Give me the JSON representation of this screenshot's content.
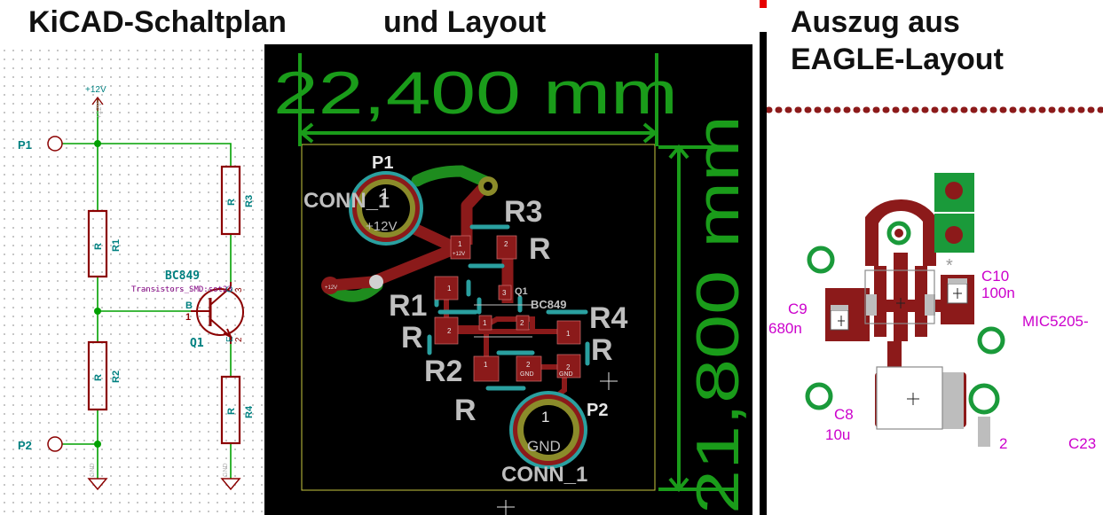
{
  "headings": {
    "kicad_schematic": "KiCAD-Schaltplan",
    "kicad_layout": "und Layout",
    "eagle_line1": "Auszug aus",
    "eagle_line2": "EAGLE-Layout"
  },
  "schematic": {
    "power": "+12V",
    "power_pin": "+12V",
    "ports": [
      "P1",
      "P2"
    ],
    "resistors": [
      {
        "ref": "R1",
        "value": "R"
      },
      {
        "ref": "R2",
        "value": "R"
      },
      {
        "ref": "R3",
        "value": "R"
      },
      {
        "ref": "R4",
        "value": "R"
      }
    ],
    "transistor": {
      "value": "BC849",
      "footprint": "Transistors_SMD:sot23",
      "ref": "Q1"
    },
    "pins": {
      "base": "B",
      "base_num": "1",
      "c": "C",
      "c_num": "3",
      "e": "E",
      "e_num": "2"
    },
    "gnd": "GND"
  },
  "pcb": {
    "dim_h": "22,400 mm",
    "dim_v": "21,800 mm",
    "p1": {
      "ref": "P1",
      "value": "CONN_1",
      "pin": "1",
      "net": "+12V"
    },
    "p2": {
      "ref": "P2",
      "value": "CONN_1",
      "pin": "1",
      "net": "GND"
    },
    "r1": {
      "ref": "R1",
      "value": "R"
    },
    "r2": {
      "ref": "R2",
      "value": "R"
    },
    "r3": {
      "ref": "R3",
      "value": "R"
    },
    "r4": {
      "ref": "R4",
      "value": "R"
    },
    "q1": {
      "ref": "Q1",
      "value": "BC849"
    },
    "pad_nets": {
      "p12": "+12V",
      "gnd": "GND"
    },
    "pad_nums": {
      "one": "1",
      "two": "2",
      "three": "3"
    }
  },
  "eagle": {
    "c10": {
      "ref": "C10",
      "value": "100n"
    },
    "c9": {
      "ref": "C9",
      "value": "680n"
    },
    "c8": {
      "ref": "C8",
      "value": "10u"
    },
    "mic": "MIC5205-",
    "c23": "C23",
    "marker": "*",
    "two": "2"
  },
  "colors": {
    "pcb_copper": "#8b1a1a",
    "pcb_silk": "#bfbfbf",
    "pcb_dim": "#1a9c1a",
    "pcb_back_copper": "#1e8c1e",
    "pcb_edge": "#c8c840",
    "pcb_via": "#2aa0a0",
    "sch_wire": "#00a000",
    "sch_component": "#8b0000",
    "sch_label": "#008080",
    "eagle_copper": "#8c1a1a",
    "eagle_label": "#cc00cc"
  }
}
